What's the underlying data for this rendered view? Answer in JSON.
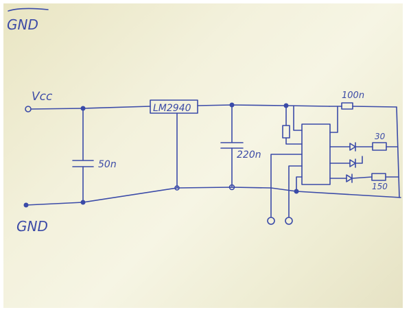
{
  "labels": {
    "top_gnd": "GND",
    "vcc": "Vcc",
    "bottom_gnd": "GND",
    "cap1_value": "50n",
    "regulator": "LM2940",
    "cap2_value": "220n",
    "top_right_resistor": "100n",
    "resistor_top": "30",
    "resistor_bottom": "150"
  },
  "colors": {
    "ink": "#3a4aa8",
    "paper": "#f3f1dc"
  }
}
